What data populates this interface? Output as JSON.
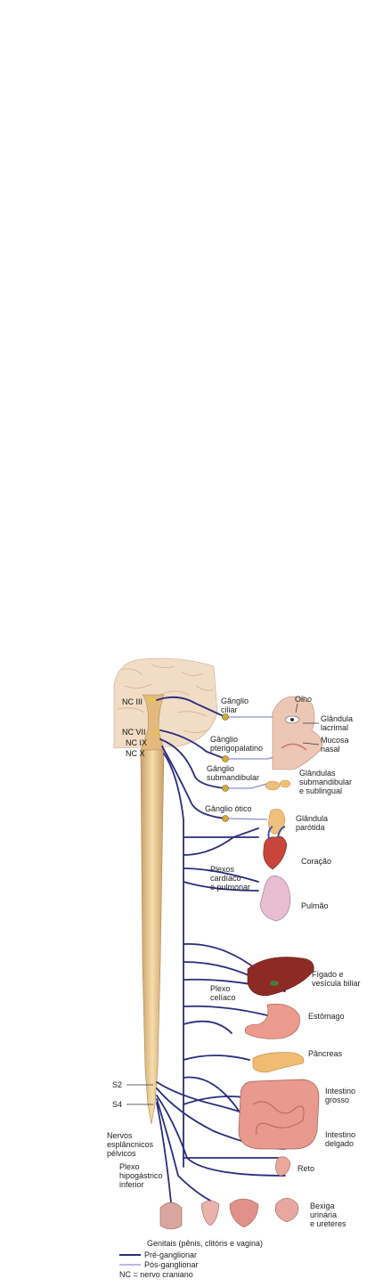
{
  "brain_labels": {
    "nc_iii": "NC III",
    "nc_vii": "NC VII",
    "nc_ix": "NC IX",
    "nc_x": "NC X"
  },
  "ganglia": {
    "ciliar": [
      "Gânglio",
      "ciliar"
    ],
    "pterigo": [
      "Gânglio",
      "pterigopalatino"
    ],
    "submand": [
      "Gânglio",
      "submandibular"
    ],
    "otico": [
      "Gânglio ótico"
    ]
  },
  "targets": {
    "olho": "Olho",
    "lacrimal": [
      "Glândula",
      "lacrimal"
    ],
    "mucosa": [
      "Mucosa",
      "nasal"
    ],
    "submand_glands": [
      "Glândulas",
      "submandibular",
      "e sublingual"
    ],
    "parotida": [
      "Glândula",
      "parótida"
    ],
    "coracao": "Coração",
    "pulmao": "Pulmão",
    "figado": [
      "Fígado e",
      "vesícula biliar"
    ],
    "estomago": "Estômago",
    "pancreas": "Pâncreas",
    "intestino_grosso": [
      "Intestino",
      "grosso"
    ],
    "intestino_delgado": [
      "Intestino",
      "delgado"
    ],
    "reto": "Reto",
    "bexiga": [
      "Bexiga",
      "urinária",
      "e ureteres"
    ],
    "genitais": "Genitais (pênis, clitóris e vagina)"
  },
  "plexus": {
    "cardiaco": [
      "Plexos",
      "cardíaco",
      "e pulmonar"
    ],
    "celiaco": [
      "Plexo",
      "celíaco"
    ],
    "hipogastrico": [
      "Plexo",
      "hipogástrico",
      "inferior"
    ]
  },
  "sacral": {
    "s2": "S2",
    "s4": "S4",
    "nervos": [
      "Nervos",
      "esplâncnicos",
      "pélvicos"
    ]
  },
  "legend": {
    "pre": "Pré-ganglionar",
    "post": "Pós-ganglionar",
    "nc_note": "NC = nervo craniano"
  },
  "colors": {
    "pre_ganglionic": "#2b2c7e",
    "post_ganglionic": "#8e8fd0",
    "ganglion": "#d4a93a",
    "spinal_cord": "#e9c890"
  }
}
